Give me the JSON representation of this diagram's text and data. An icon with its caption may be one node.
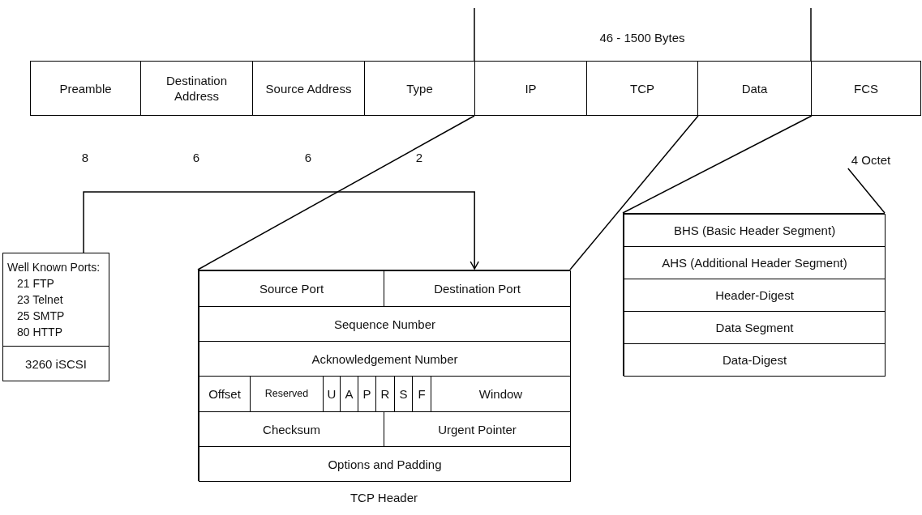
{
  "diagram": {
    "nodes": [
      {
        "text": [
          "Preamble"
        ]
      },
      {
        "text": [
          "Destination Address"
        ]
      },
      {
        "text": [
          "Source Address"
        ]
      },
      {
        "text": [
          "Type"
        ]
      },
      {
        "text": [
          "IP"
        ]
      },
      {
        "text": [
          "TCP"
        ]
      },
      {
        "text": [
          "Data"
        ]
      },
      {
        "text": [
          "FCS"
        ]
      },
      {
        "text": [
          "Well Known Ports:",
          "21 FTP",
          "23 Telnet",
          "25 SMTP",
          "80 HTTP"
        ]
      },
      {
        "text": [
          "3260 iSCSI"
        ]
      },
      {
        "text": [],
        "shape": "box",
        "beside": [
          "TCP Header"
        ]
      },
      {
        "text": [
          "Source Port"
        ],
        "in": 10
      },
      {
        "text": [
          "Destination Port"
        ],
        "in": 10
      },
      {
        "text": [
          "Sequence Number"
        ],
        "in": 10
      },
      {
        "text": [
          "Acknowledgement Number"
        ],
        "in": 10
      },
      {
        "text": [
          "Offset"
        ],
        "in": 10
      },
      {
        "text": [
          "Reserved"
        ],
        "in": 10
      },
      {
        "text": [
          "U"
        ],
        "in": 10
      },
      {
        "text": [
          "A"
        ],
        "in": 10
      },
      {
        "text": [
          "P"
        ],
        "in": 10
      },
      {
        "text": [
          "R"
        ],
        "in": 10
      },
      {
        "text": [
          "S"
        ],
        "in": 10
      },
      {
        "text": [
          "F"
        ],
        "in": 10
      },
      {
        "text": [
          "Window"
        ],
        "in": 10
      },
      {
        "text": [
          "Checksum"
        ],
        "in": 10
      },
      {
        "text": [
          "Urgent Pointer"
        ],
        "in": 10
      },
      {
        "text": [
          "Options and Padding"
        ],
        "in": 10
      },
      {
        "text": [],
        "shape": "box"
      },
      {
        "text": [
          "BHS (Basic Header Segment)"
        ],
        "in": 27
      },
      {
        "text": [
          "AHS (Additional Header Segment)"
        ],
        "in": 27
      },
      {
        "text": [
          "Header-Digest"
        ],
        "in": 27
      },
      {
        "text": [
          "Data Segment"
        ],
        "in": 27
      },
      {
        "text": [
          "Data-Digest"
        ],
        "in": 27
      },
      {
        "text": [
          "4 Octet"
        ]
      }
    ],
    "edges": [
      {
        "from": 4,
        "to": 10,
        "arrow": "none"
      },
      {
        "from": 5,
        "to": 10,
        "arrow": "none"
      },
      {
        "from": 6,
        "to": 27,
        "arrow": "none"
      },
      {
        "from": 33,
        "to": 27,
        "arrow": "none"
      },
      {
        "from": 8,
        "to": 12,
        "arrow": "to"
      }
    ],
    "labels": [
      "46 - 1500 Bytes",
      "8",
      "6",
      "6",
      "2"
    ]
  }
}
